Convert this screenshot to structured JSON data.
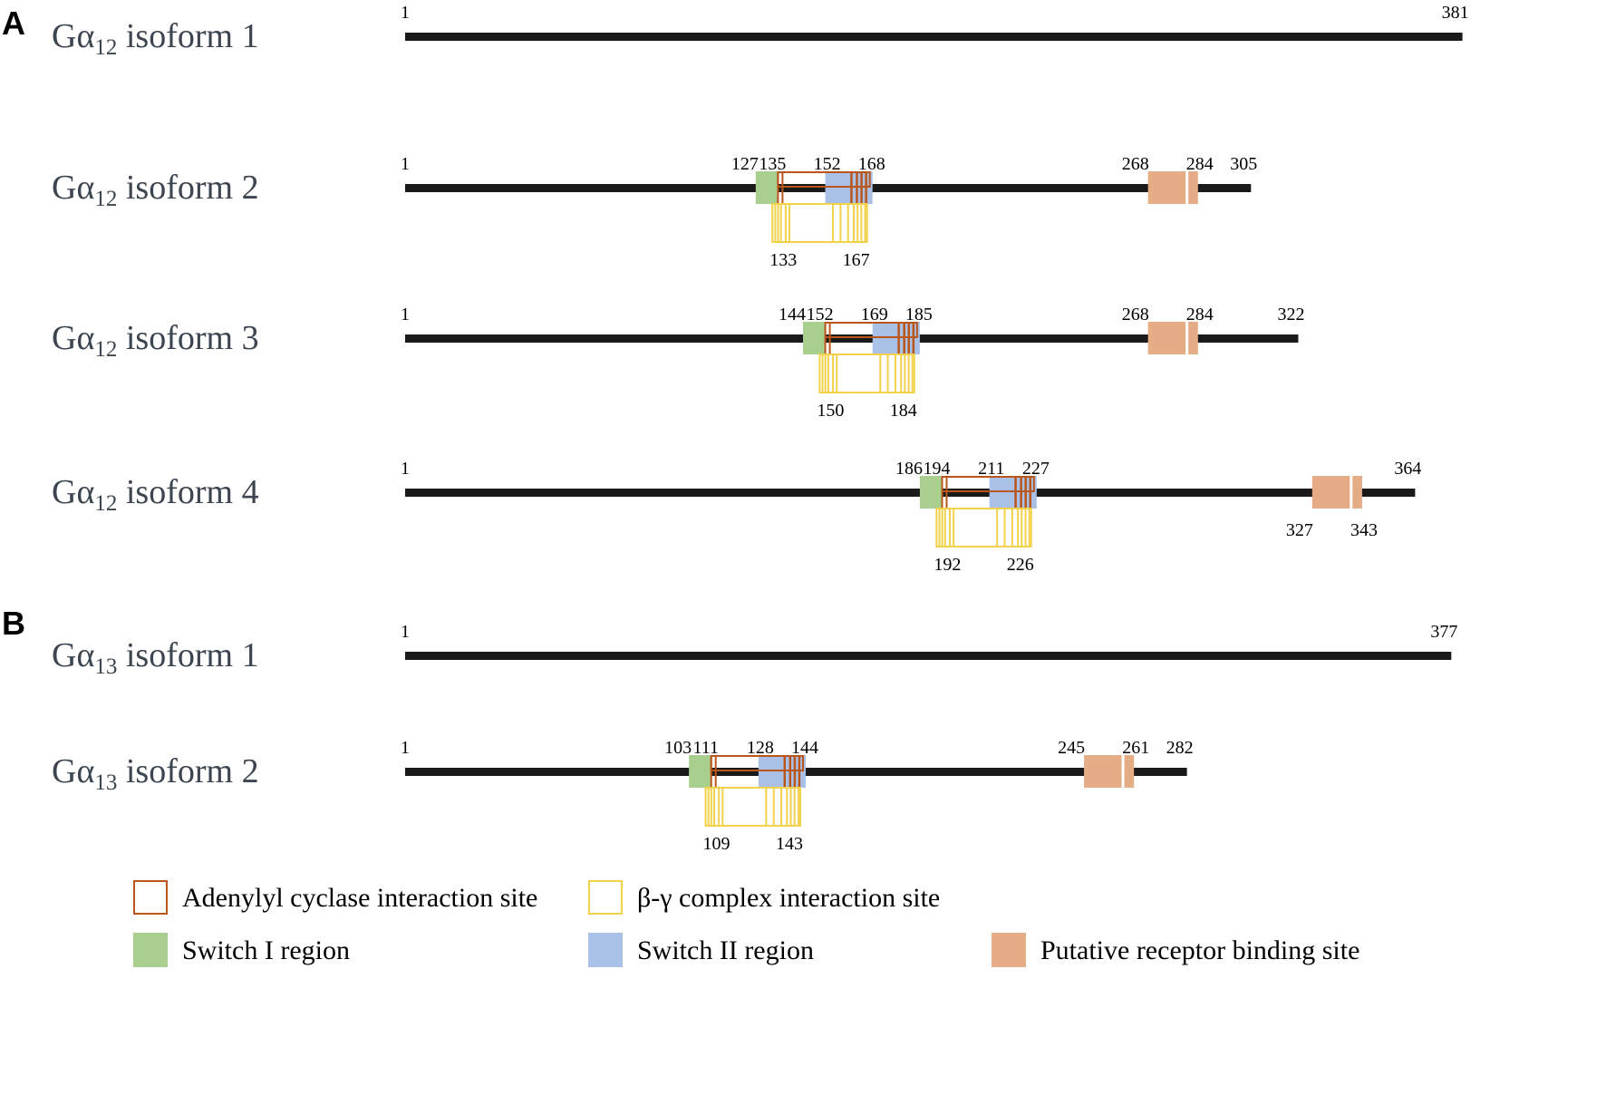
{
  "panels": [
    {
      "label": "A"
    },
    {
      "label": "B"
    }
  ],
  "colors": {
    "backbone": "#1a1a1a",
    "adenylyl_cyclase": "#b9561b",
    "beta_gamma": "#f2d24a",
    "switch_I": "#a9cf8f",
    "switch_II": "#a9c1e6",
    "receptor": "#e5ad86",
    "name_text": "#3c4550"
  },
  "isoforms": [
    {
      "protein": "Gα",
      "subscript": "12",
      "suffix": " isoform 1",
      "length": 381,
      "start_label": "1",
      "end_label": "381",
      "features": null
    },
    {
      "protein": "Gα",
      "subscript": "12",
      "suffix": " isoform 2",
      "length": 305,
      "start_label": "1",
      "end_label": "305",
      "features": {
        "switch_I": [
          127,
          135
        ],
        "adenylyl_cyclase": [
          135,
          168
        ],
        "switch_II": [
          152,
          168
        ],
        "beta_gamma": [
          133,
          167
        ],
        "receptor": [
          268,
          284
        ],
        "top_labels": [
          "127",
          "135",
          "152",
          "168"
        ],
        "bottom_labels": [
          "133",
          "167"
        ],
        "receptor_labels": [
          "268",
          "284"
        ],
        "receptor_labels_position": "top"
      }
    },
    {
      "protein": "Gα",
      "subscript": "12",
      "suffix": " isoform 3",
      "length": 322,
      "start_label": "1",
      "end_label": "322",
      "features": {
        "switch_I": [
          144,
          152
        ],
        "adenylyl_cyclase": [
          152,
          185
        ],
        "switch_II": [
          169,
          185
        ],
        "beta_gamma": [
          150,
          184
        ],
        "receptor": [
          268,
          284
        ],
        "top_labels": [
          "144",
          "152",
          "169",
          "185"
        ],
        "bottom_labels": [
          "150",
          "184"
        ],
        "receptor_labels": [
          "268",
          "284"
        ],
        "receptor_labels_position": "top"
      }
    },
    {
      "protein": "Gα",
      "subscript": "12",
      "suffix": " isoform 4",
      "length": 364,
      "start_label": "1",
      "end_label": "364",
      "features": {
        "switch_I": [
          186,
          194
        ],
        "adenylyl_cyclase": [
          194,
          227
        ],
        "switch_II": [
          211,
          227
        ],
        "beta_gamma": [
          192,
          226
        ],
        "receptor": [
          327,
          343
        ],
        "top_labels": [
          "186",
          "194",
          "211",
          "227"
        ],
        "bottom_labels": [
          "192",
          "226"
        ],
        "receptor_labels": [
          "327",
          "343"
        ],
        "receptor_labels_position": "bottom"
      }
    },
    {
      "protein": "Gα",
      "subscript": "13",
      "suffix": " isoform 1",
      "length": 377,
      "start_label": "1",
      "end_label": "377",
      "features": null
    },
    {
      "protein": "Gα",
      "subscript": "13",
      "suffix": " isoform 2",
      "length": 282,
      "start_label": "1",
      "end_label": "282",
      "features": {
        "switch_I": [
          103,
          111
        ],
        "adenylyl_cyclase": [
          111,
          144
        ],
        "switch_II": [
          128,
          144
        ],
        "beta_gamma": [
          109,
          143
        ],
        "receptor": [
          245,
          261
        ],
        "top_labels": [
          "103",
          "111",
          "128",
          "144"
        ],
        "bottom_labels": [
          "109",
          "143"
        ],
        "receptor_labels": [
          "245",
          "261"
        ],
        "receptor_labels_position": "top"
      }
    }
  ],
  "legend": [
    {
      "key": "adenylyl_cyclase",
      "style": "outline",
      "label": "Adenylyl cyclase interaction site"
    },
    {
      "key": "beta_gamma",
      "style": "outline",
      "label": "β-γ complex interaction site"
    },
    {
      "key": "switch_I",
      "style": "fill",
      "label": "Switch I region"
    },
    {
      "key": "switch_II",
      "style": "fill",
      "label": "Switch II region"
    },
    {
      "key": "receptor",
      "style": "fill",
      "label": "Putative receptor binding site"
    }
  ]
}
